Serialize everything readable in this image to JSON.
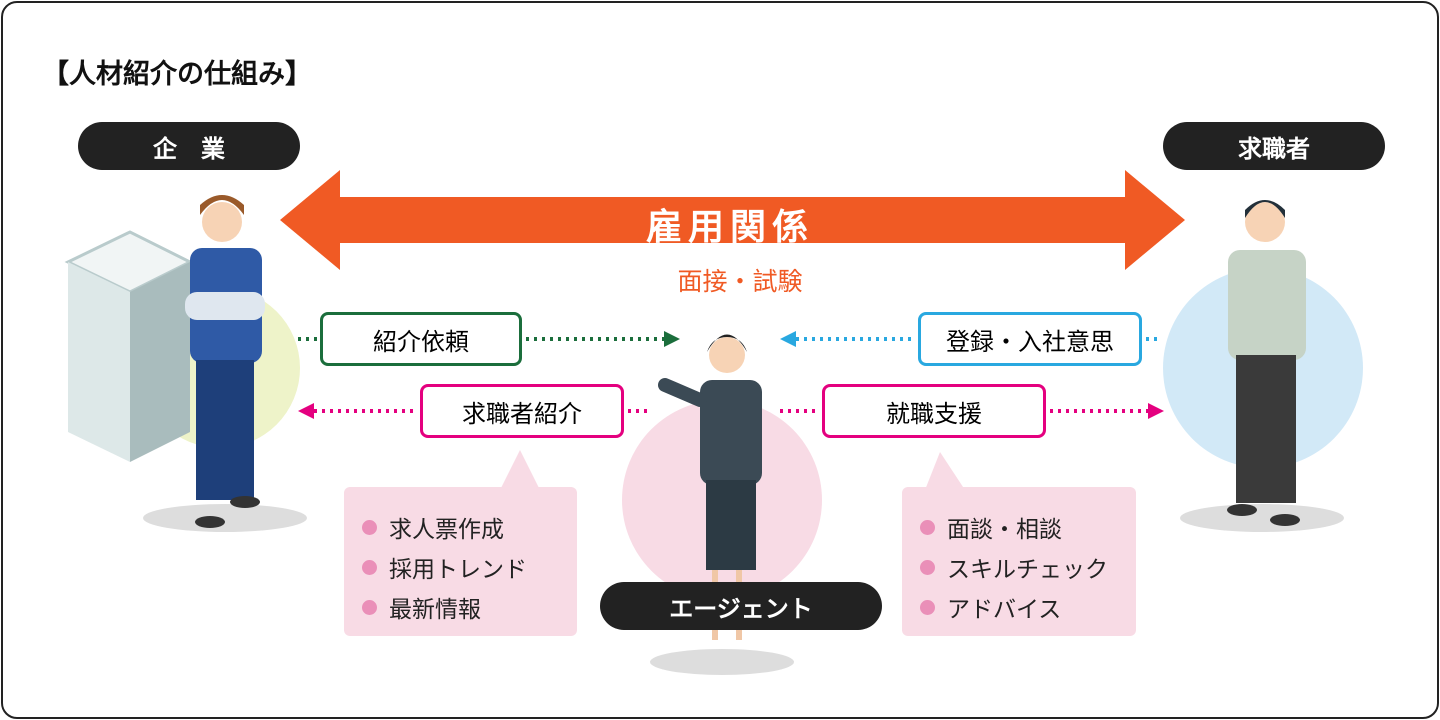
{
  "title": "【人材紹介の仕組み】",
  "roles": {
    "company": "企　業",
    "jobseeker": "求職者",
    "agent": "エージェント"
  },
  "employment": {
    "label": "雇用関係",
    "sub": "面接・試験"
  },
  "flows": {
    "request": "紹介依頼",
    "register": "登録・入社意思",
    "introduce": "求職者紹介",
    "support": "就職支援"
  },
  "company_services": [
    "求人票作成",
    "採用トレンド",
    "最新情報"
  ],
  "jobseeker_services": [
    "面談・相談",
    "スキルチェック",
    "アドバイス"
  ],
  "colors": {
    "orange": "#f05a24",
    "green": "#1b6e3c",
    "blue": "#29a8e0",
    "pink": "#e4007f"
  }
}
